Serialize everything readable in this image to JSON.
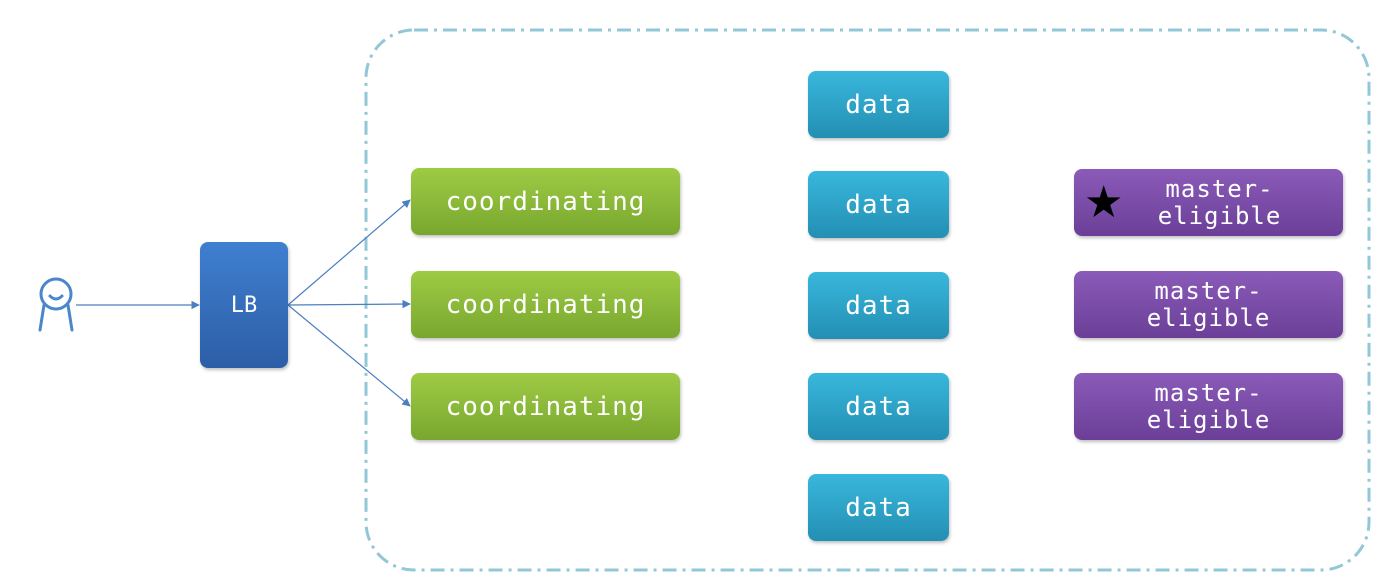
{
  "diagram": {
    "user": {
      "icon": "user-icon"
    },
    "load_balancer": {
      "label": "LB"
    },
    "coordinating_nodes": [
      {
        "label": "coordinating"
      },
      {
        "label": "coordinating"
      },
      {
        "label": "coordinating"
      }
    ],
    "data_nodes": [
      {
        "label": "data"
      },
      {
        "label": "data"
      },
      {
        "label": "data"
      },
      {
        "label": "data"
      },
      {
        "label": "data"
      }
    ],
    "master_nodes": [
      {
        "label": "master-\neligible",
        "elected": true,
        "marker_icon": "star-icon"
      },
      {
        "label": "master-\neligible",
        "elected": false
      },
      {
        "label": "master-\neligible",
        "elected": false
      }
    ],
    "colors": {
      "lb": "#3a74c4",
      "coordinating": "#8dbb3c",
      "data": "#2ea6cc",
      "master": "#7b4fa8",
      "cluster_border": "#92c7d8",
      "edge": "#4a7fc0"
    }
  }
}
